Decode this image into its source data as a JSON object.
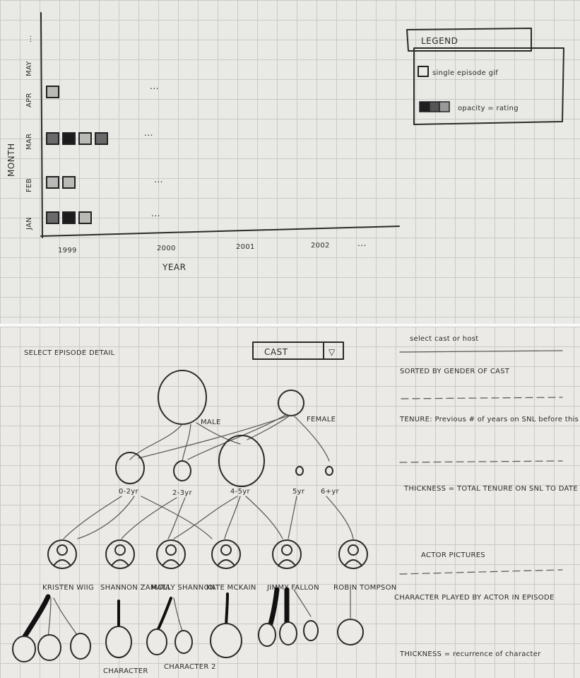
{
  "chart": {
    "y_title": "MONTH",
    "x_title": "YEAR",
    "y_ticks": [
      "JAN",
      "FEB",
      "MAR",
      "APR",
      "MAY",
      "..."
    ],
    "x_ticks": [
      "1999",
      "2000",
      "2001",
      "2002",
      "..."
    ],
    "ellipsis": "...",
    "rows": [
      {
        "month": "JAN",
        "episodes": [
          "mid",
          "dark",
          "light"
        ]
      },
      {
        "month": "FEB",
        "episodes": [
          "light",
          "light"
        ]
      },
      {
        "month": "MAR",
        "episodes": [
          "mid",
          "dark",
          "light",
          "mid"
        ]
      },
      {
        "month": "APR",
        "episodes": [
          "light"
        ]
      }
    ],
    "legend": {
      "title": "LEGEND",
      "item1": "single episode gif",
      "item2": "opacity = rating"
    }
  },
  "detail": {
    "title": "SELECT EPISODE DETAIL",
    "dropdown_value": "CAST",
    "dropdown_arrow": "▽",
    "gender": {
      "male": "MALE",
      "female": "FEMALE"
    },
    "tenure": [
      "0-2yr",
      "2-3yr",
      "4-5yr",
      "5yr",
      "6+yr"
    ],
    "actors": [
      "KRISTEN WIIG",
      "SHANNON ZAMATA",
      "MOLLY SHANNON",
      "KATE MCKAIN",
      "JIMMY FALLON",
      "ROBIN TOMPSON"
    ],
    "character_label": "CHARACTER",
    "character_label2": "CHARACTER 2",
    "notes": {
      "select": "select cast or host",
      "sorted_by": "SORTED BY GENDER OF CAST",
      "tenure": "TENURE: Previous # of years on SNL before this episode",
      "thickness_total": "THICKNESS = TOTAL TENURE ON SNL TO DATE",
      "actor_pictures": "ACTOR PICTURES",
      "character": "CHARACTER PLAYED BY ACTOR IN EPISODE",
      "thickness_recurrence": "THICKNESS = recurrence of character"
    }
  }
}
